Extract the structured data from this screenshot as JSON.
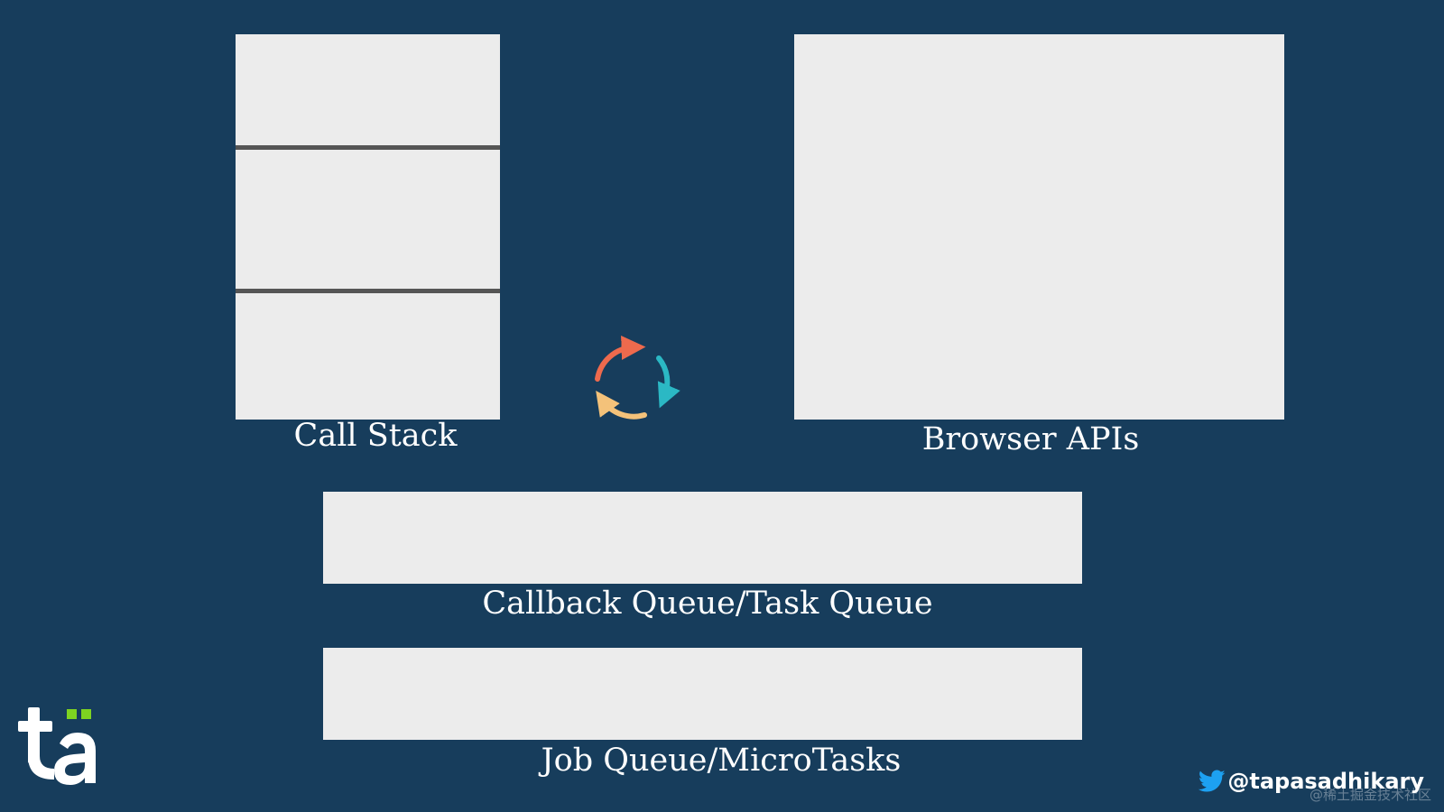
{
  "diagram": {
    "call_stack": {
      "label": "Call Stack",
      "slots": 3
    },
    "browser_apis": {
      "label": "Browser APIs"
    },
    "callback_queue": {
      "label": "Callback Queue/Task Queue"
    },
    "job_queue": {
      "label": "Job Queue/MicroTasks"
    },
    "event_loop": {
      "icon": "cycle-arrows-icon",
      "colors": [
        "#ee6a4d",
        "#2bb8c4",
        "#f4c27a"
      ]
    }
  },
  "branding": {
    "logo_text": "tä",
    "logo_accent_color": "#7ed321",
    "twitter_handle": "@tapasadhikary",
    "twitter_icon": "twitter-bird-icon",
    "twitter_color": "#1da1f2",
    "watermark": "@稀土掘金技术社区"
  },
  "colors": {
    "background": "#173d5c",
    "box": "#ececec",
    "divider": "#555555"
  }
}
